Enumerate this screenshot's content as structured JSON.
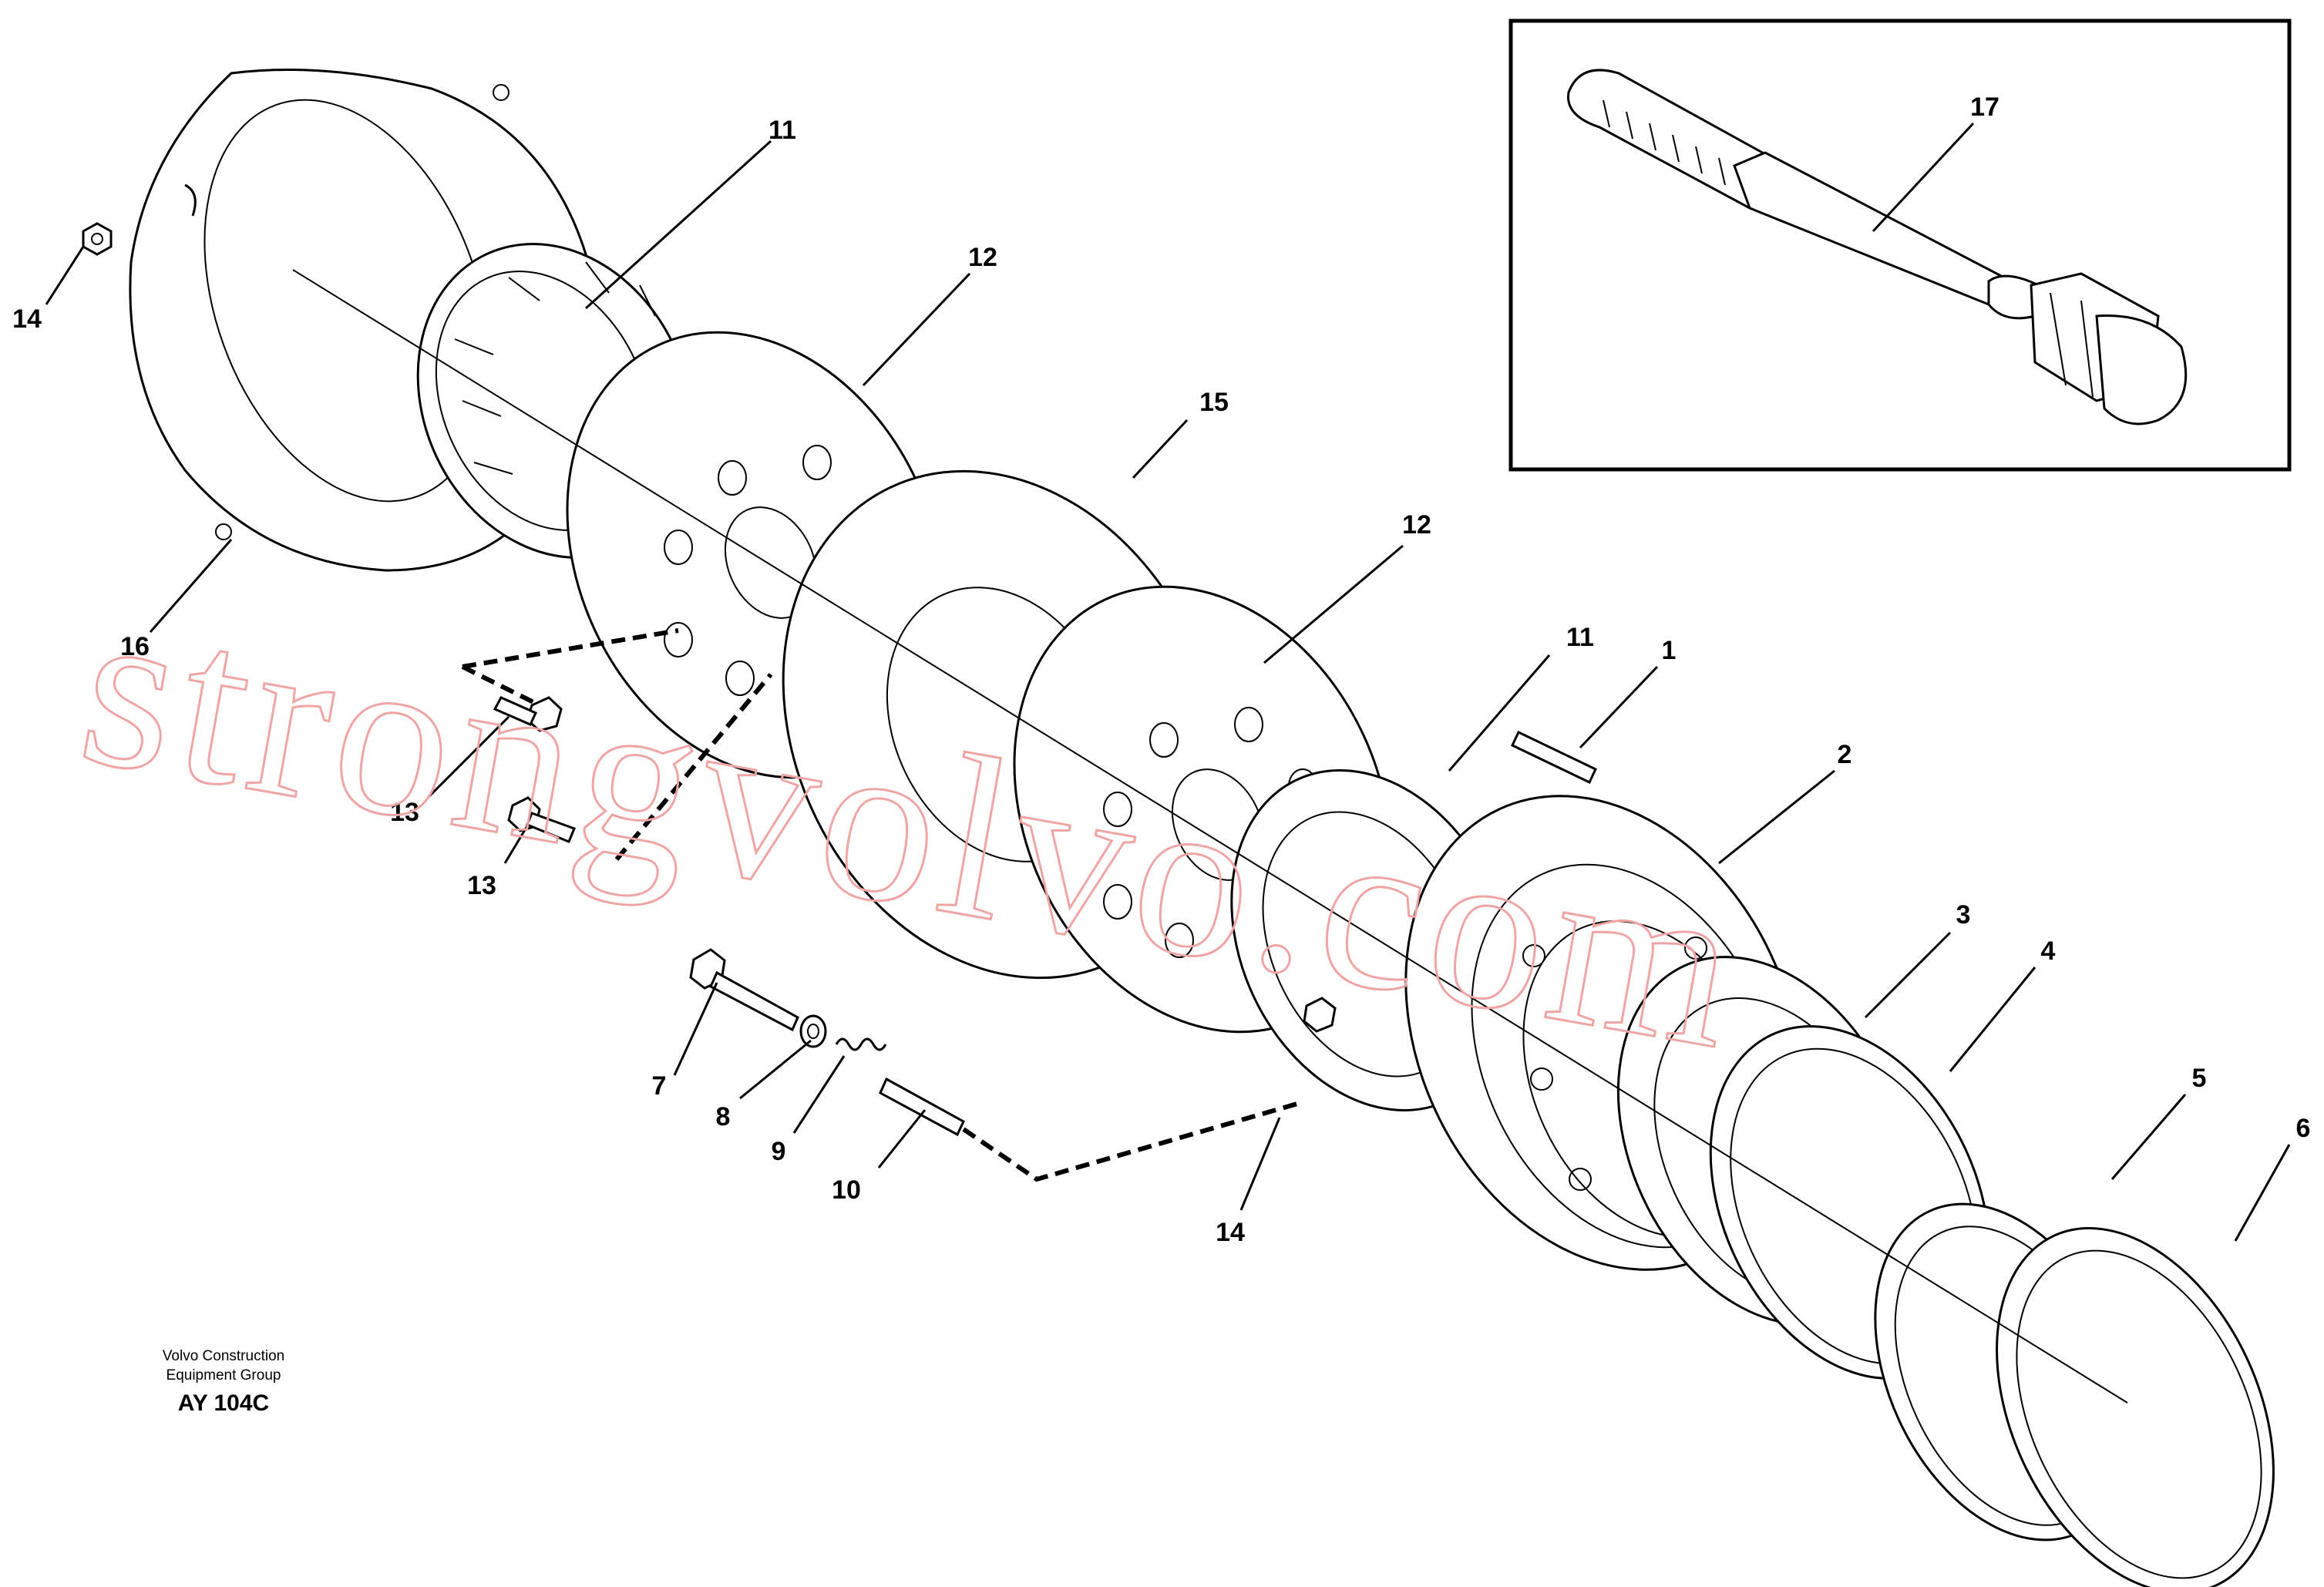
{
  "callouts": [
    {
      "id": "1",
      "label": "1"
    },
    {
      "id": "2",
      "label": "2"
    },
    {
      "id": "3",
      "label": "3"
    },
    {
      "id": "4",
      "label": "4"
    },
    {
      "id": "5",
      "label": "5"
    },
    {
      "id": "6",
      "label": "6"
    },
    {
      "id": "7",
      "label": "7"
    },
    {
      "id": "8",
      "label": "8"
    },
    {
      "id": "9",
      "label": "9"
    },
    {
      "id": "10",
      "label": "10"
    },
    {
      "id": "11a",
      "label": "11"
    },
    {
      "id": "11b",
      "label": "11"
    },
    {
      "id": "12a",
      "label": "12"
    },
    {
      "id": "12b",
      "label": "12"
    },
    {
      "id": "13a",
      "label": "13"
    },
    {
      "id": "13b",
      "label": "13"
    },
    {
      "id": "14a",
      "label": "14"
    },
    {
      "id": "14b",
      "label": "14"
    },
    {
      "id": "15",
      "label": "15"
    },
    {
      "id": "16",
      "label": "16"
    },
    {
      "id": "17",
      "label": "17"
    }
  ],
  "footer": {
    "company_line1": "Volvo Construction",
    "company_line2": "Equipment Group",
    "code": "AY 104C"
  },
  "watermark": "strongvolvo.com",
  "colors": {
    "line": "#000000",
    "watermark": "#f0a5a5",
    "background": "#ffffff"
  }
}
